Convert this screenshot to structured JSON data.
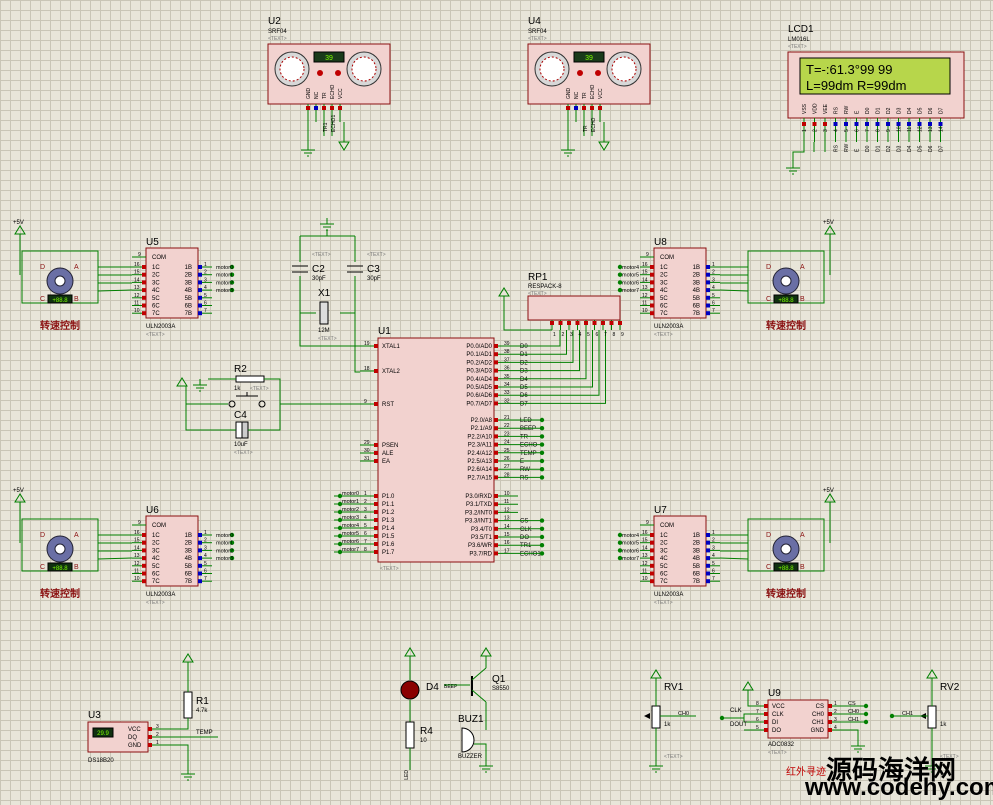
{
  "sonar": [
    {
      "ref": "U2",
      "model": "SRF04",
      "text": "<TEXT>",
      "display": "39",
      "pins": [
        "GND",
        "NC",
        "TR",
        "ECHO",
        "VCC"
      ],
      "wires": [
        "TR1",
        "ECHO1"
      ]
    },
    {
      "ref": "U4",
      "model": "SRF04",
      "text": "<TEXT>",
      "display": "39",
      "pins": [
        "GND",
        "NC",
        "TR",
        "ECHO",
        "VCC"
      ],
      "wires": [
        "TR",
        "ECHO"
      ]
    }
  ],
  "lcd": {
    "ref": "LCD1",
    "model": "LM016L",
    "text": "<TEXT>",
    "line1": "T=-:61.3°99 99",
    "line2": "L=99dm  R=99dm",
    "pins": [
      "VSS",
      "VDD",
      "VEE",
      "RS",
      "RW",
      "E",
      "D0",
      "D1",
      "D2",
      "D3",
      "D4",
      "D5",
      "D6",
      "D7"
    ],
    "pin_numbers": [
      "1",
      "2",
      "3",
      "4",
      "5",
      "6",
      "7",
      "8",
      "9",
      "10",
      "11",
      "12",
      "13",
      "14"
    ],
    "wires": [
      "RS",
      "RW",
      "E",
      "D0",
      "D1",
      "D2",
      "D3",
      "D4",
      "D5",
      "D6",
      "D7"
    ]
  },
  "mcu": {
    "ref": "U1",
    "text": "<TEXT>",
    "left_pins": [
      {
        "num": "19",
        "name": "XTAL1"
      },
      {
        "num": "18",
        "name": "XTAL2"
      },
      {
        "num": "9",
        "name": "RST"
      },
      {
        "num": "29",
        "name": "PSEN"
      },
      {
        "num": "30",
        "name": "ALE"
      },
      {
        "num": "31",
        "name": "EA"
      },
      {
        "num": "1",
        "name": "P1.0"
      },
      {
        "num": "2",
        "name": "P1.1"
      },
      {
        "num": "3",
        "name": "P1.2"
      },
      {
        "num": "4",
        "name": "P1.3"
      },
      {
        "num": "5",
        "name": "P1.4"
      },
      {
        "num": "6",
        "name": "P1.5"
      },
      {
        "num": "7",
        "name": "P1.6"
      },
      {
        "num": "8",
        "name": "P1.7"
      }
    ],
    "p1_nets": [
      "motor0",
      "motor1",
      "motor2",
      "motor3",
      "motor4",
      "motor5",
      "motor6",
      "motor7"
    ],
    "right_pins": [
      {
        "num": "39",
        "name": "P0.0/AD0",
        "net": "D0"
      },
      {
        "num": "38",
        "name": "P0.1/AD1",
        "net": "D1"
      },
      {
        "num": "37",
        "name": "P0.2/AD2",
        "net": "D2"
      },
      {
        "num": "36",
        "name": "P0.3/AD3",
        "net": "D3"
      },
      {
        "num": "35",
        "name": "P0.4/AD4",
        "net": "D4"
      },
      {
        "num": "34",
        "name": "P0.5/AD5",
        "net": "D5"
      },
      {
        "num": "33",
        "name": "P0.6/AD6",
        "net": "D6"
      },
      {
        "num": "32",
        "name": "P0.7/AD7",
        "net": "D7"
      },
      {
        "num": "21",
        "name": "P2.0/A8",
        "net": "LED"
      },
      {
        "num": "22",
        "name": "P2.1/A9",
        "net": "BEEP"
      },
      {
        "num": "23",
        "name": "P2.2/A10",
        "net": "TR"
      },
      {
        "num": "24",
        "name": "P2.3/A11",
        "net": "ECHO"
      },
      {
        "num": "25",
        "name": "P2.4/A12",
        "net": "TEMP"
      },
      {
        "num": "26",
        "name": "P2.5/A13",
        "net": "E"
      },
      {
        "num": "27",
        "name": "P2.6/A14",
        "net": "RW"
      },
      {
        "num": "28",
        "name": "P2.7/A15",
        "net": "RS"
      },
      {
        "num": "10",
        "name": "P3.0/RXD",
        "net": ""
      },
      {
        "num": "11",
        "name": "P3.1/TXD",
        "net": ""
      },
      {
        "num": "12",
        "name": "P3.2/INT0",
        "net": ""
      },
      {
        "num": "13",
        "name": "P3.3/INT1",
        "net": "CS"
      },
      {
        "num": "14",
        "name": "P3.4/T0",
        "net": "CLK"
      },
      {
        "num": "15",
        "name": "P3.5/T1",
        "net": "DO"
      },
      {
        "num": "16",
        "name": "P3.6/WR",
        "net": "TR1"
      },
      {
        "num": "17",
        "name": "P3.7/RD",
        "net": "ECHO1"
      }
    ]
  },
  "rp1": {
    "ref": "RP1",
    "model": "RESPACK-8",
    "text": "<TEXT>",
    "pins": [
      "1",
      "2",
      "3",
      "4",
      "5",
      "6",
      "7",
      "8",
      "9"
    ]
  },
  "crystal": {
    "ref": "X1",
    "value": "12M",
    "text": "<TEXT>"
  },
  "caps": [
    {
      "ref": "C2",
      "value": "30pF",
      "text": "<TEXT>"
    },
    {
      "ref": "C3",
      "value": "30pF",
      "text": "<TEXT>"
    },
    {
      "ref": "C4",
      "value": "10uF",
      "text": "<TEXT>"
    }
  ],
  "r2": {
    "ref": "R2",
    "value": "1k",
    "text": "<TEXT>"
  },
  "drivers": [
    {
      "ref": "U5",
      "model": "ULN2003A",
      "text": "<TEXT>",
      "power": "+5V",
      "speed": "+88.8",
      "caption": "转速控制",
      "nets": [
        "motor0",
        "motor1",
        "motor2",
        "motor3"
      ],
      "in_pins": [
        "1",
        "2",
        "3",
        "4",
        "5",
        "6",
        "7"
      ],
      "out_pins": [
        "16",
        "15",
        "14",
        "13",
        "12",
        "11",
        "10"
      ],
      "com_pin": "9"
    },
    {
      "ref": "U8",
      "model": "ULN2003A",
      "text": "<TEXT>",
      "power": "+5V",
      "speed": "+88.8",
      "caption": "转速控制",
      "nets": [
        "motor4",
        "motor5",
        "motor6",
        "motor7"
      ],
      "in_pins": [
        "1",
        "2",
        "3",
        "4",
        "5",
        "6",
        "7"
      ],
      "out_pins": [
        "16",
        "15",
        "14",
        "13",
        "12",
        "11",
        "10"
      ],
      "com_pin": "9"
    },
    {
      "ref": "U6",
      "model": "ULN2003A",
      "text": "<TEXT>",
      "power": "+5V",
      "speed": "+88.8",
      "caption": "转速控制",
      "nets": [
        "motor0",
        "motor1",
        "motor2",
        "motor3"
      ],
      "in_pins": [
        "1",
        "2",
        "3",
        "4",
        "5",
        "6",
        "7"
      ],
      "out_pins": [
        "16",
        "15",
        "14",
        "13",
        "12",
        "11",
        "10"
      ],
      "com_pin": "9"
    },
    {
      "ref": "U7",
      "model": "ULN2003A",
      "text": "<TEXT>",
      "power": "+5V",
      "speed": "+88.8",
      "caption": "转速控制",
      "nets": [
        "motor4",
        "motor5",
        "motor6",
        "motor7"
      ],
      "in_pins": [
        "1",
        "2",
        "3",
        "4",
        "5",
        "6",
        "7"
      ],
      "out_pins": [
        "16",
        "15",
        "14",
        "13",
        "12",
        "11",
        "10"
      ],
      "com_pin": "9"
    }
  ],
  "uln_in_labels": [
    "1B",
    "2B",
    "3B",
    "4B",
    "5B",
    "6B",
    "7B"
  ],
  "uln_out_labels": [
    "1C",
    "2C",
    "3C",
    "4C",
    "5C",
    "6C",
    "7C"
  ],
  "motor_terms": [
    "A",
    "B",
    "C",
    "D"
  ],
  "temp": {
    "ref": "U3",
    "model": "DS18B20",
    "text": "<TEXT>",
    "display": "29.9",
    "pins": [
      "VCC",
      "DQ",
      "GND"
    ],
    "pin_numbers": [
      "3",
      "2",
      "1"
    ],
    "r_ref": "R1",
    "r_value": "4.7k",
    "net": "TEMP"
  },
  "buzzer": {
    "led_ref": "D4",
    "r_ref": "R4",
    "r_value": "10",
    "led_net": "LED",
    "q_ref": "Q1",
    "q_model": "S8550",
    "beep_net": "BEEP",
    "buz_ref": "BUZ1",
    "buz_model": "BUZZER"
  },
  "adc": {
    "ref": "U9",
    "model": "ADC0832",
    "text": "<TEXT>",
    "pins_left": [
      "VCC",
      "CLK",
      "DI",
      "DO"
    ],
    "pins_left_num": [
      "8",
      "7",
      "6",
      "5"
    ],
    "pins_right": [
      "CS",
      "CH0",
      "CH1",
      "GND"
    ],
    "pins_right_num": [
      "1",
      "2",
      "3",
      "4"
    ],
    "nets_left": [
      "CLK",
      "DOUT"
    ],
    "nets_right": [
      "CS",
      "CH0",
      "CH1"
    ]
  },
  "pots": [
    {
      "ref": "RV1",
      "value": "1k",
      "net": "CH0",
      "text": "<TEXT>"
    },
    {
      "ref": "RV2",
      "value": "1k",
      "net": "CH1",
      "text": "<TEXT>"
    }
  ],
  "footer": {
    "note": "红外寻迹",
    "watermark1": "源码海洋网",
    "watermark2": "www.codehy.com"
  },
  "colors": {
    "wire": "#007f00",
    "body": "#f2d2cf",
    "outline": "#8a1010",
    "label": "#000080",
    "pin_red": "#c00000",
    "pin_blue": "#0000c0",
    "lcd_bg": "#b7d64b",
    "led_fill": "#2fd12f"
  }
}
